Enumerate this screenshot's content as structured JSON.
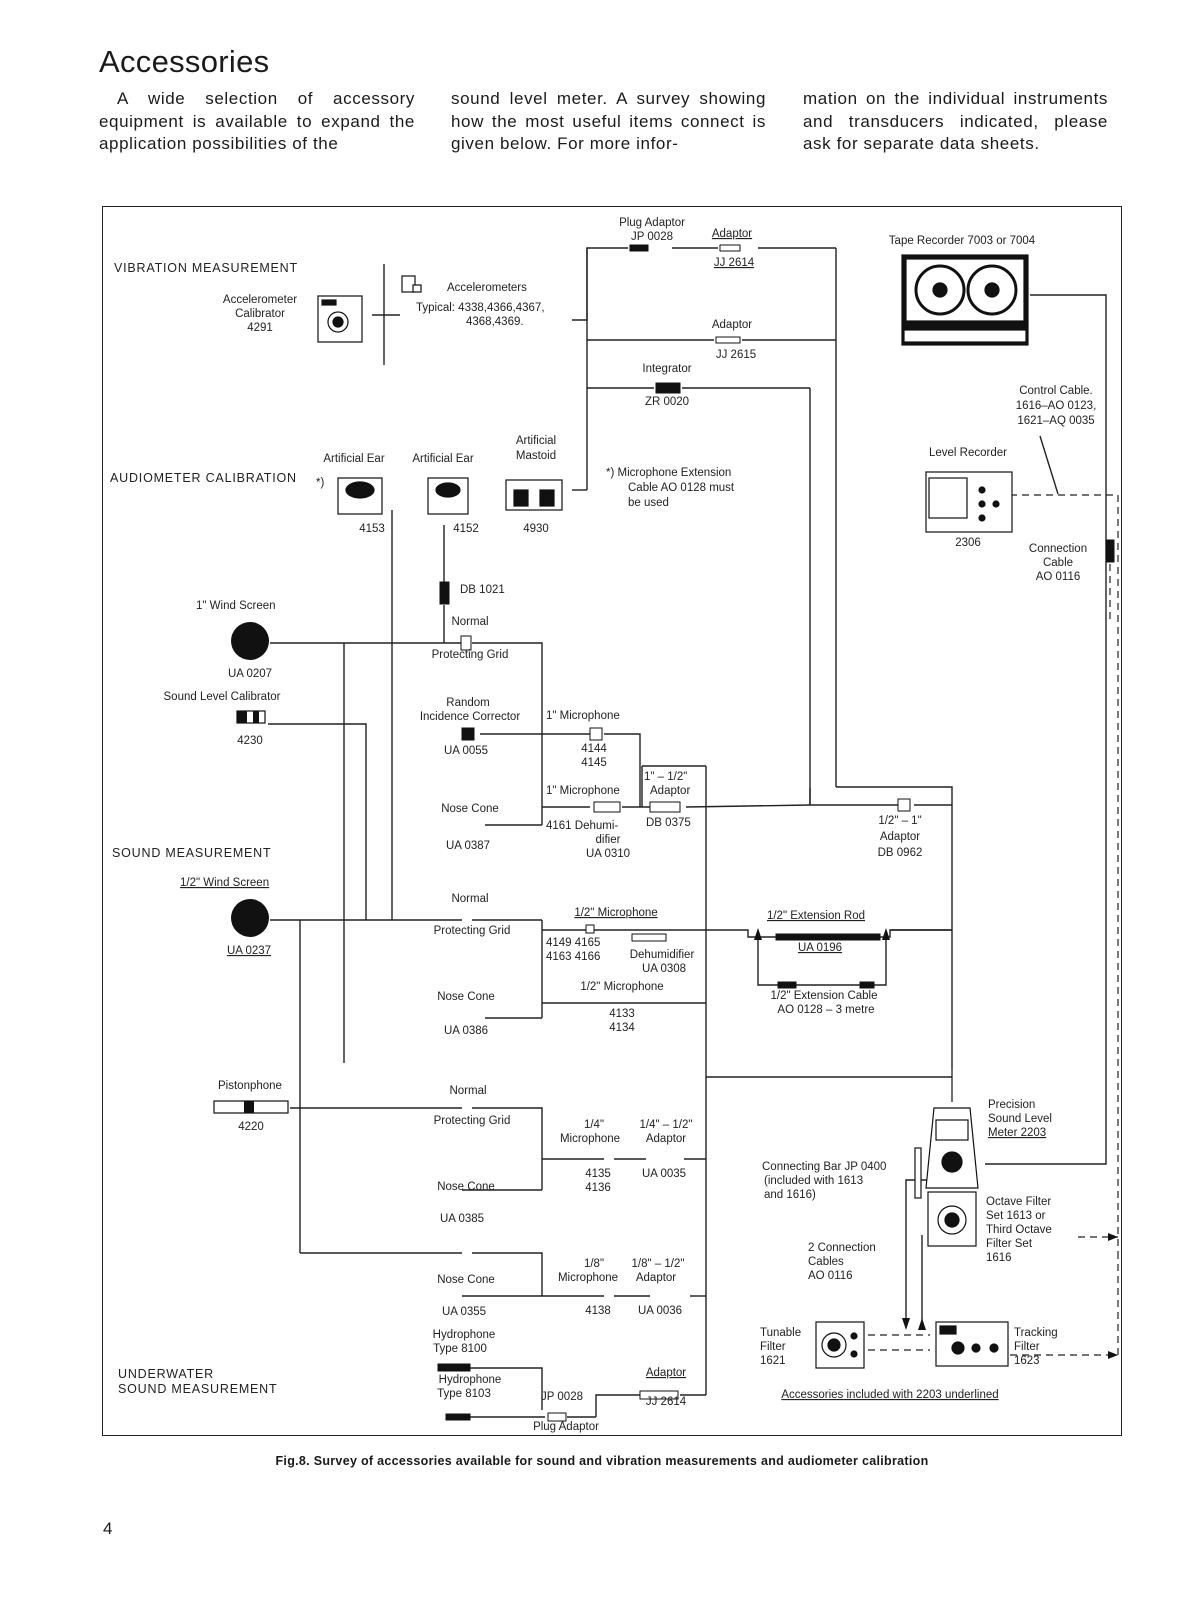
{
  "page": {
    "title": "Accessories",
    "intro_col1": "A wide selection of accessory equipment is available to expand the application possibilities of the",
    "intro_col2": "sound level meter. A survey showing how the most useful items connect is given below. For more infor-",
    "intro_col3": "mation on the individual instruments and transducers indicated, please ask for separate data sheets.",
    "caption": "Fig.8.   Survey of accessories available for sound and vibration measurements and audiometer calibration",
    "page_number": "4"
  },
  "sections": {
    "vibration": "VIBRATION MEASUREMENT",
    "audiometer": "AUDIOMETER CALIBRATION",
    "sound": "SOUND MEASUREMENT",
    "underwater_1": "UNDERWATER",
    "underwater_2": "SOUND MEASUREMENT"
  },
  "labels": {
    "acc_cal_1": "Accelerometer",
    "acc_cal_2": "Calibrator",
    "acc_cal_3": "4291",
    "accels_1": "Accelerometers",
    "accels_2": "Typical: 4338,4366,4367,",
    "accels_3": "4368,4369.",
    "plug_adaptor_top_1": "Plug Adaptor",
    "plug_adaptor_top_2": "JP 0028",
    "adaptor_jj2614_1": "Adaptor",
    "adaptor_jj2614_2": "JJ 2614",
    "adaptor_jj2615_1": "Adaptor",
    "adaptor_jj2615_2": "JJ 2615",
    "integrator_1": "Integrator",
    "integrator_2": "ZR 0020",
    "tape_recorder": "Tape Recorder 7003 or 7004",
    "control_cable_1": "Control Cable.",
    "control_cable_2": "1616–AO 0123,",
    "control_cable_3": "1621–AQ 0035",
    "level_recorder": "Level Recorder",
    "level_recorder_no": "2306",
    "conn_cable_1": "Connection",
    "conn_cable_2": "Cable",
    "conn_cable_3": "AO 0116",
    "art_ear_a": "Artificial Ear",
    "art_ear_a_star": "*)",
    "art_ear_a_no": "4153",
    "art_ear_b": "Artificial Ear",
    "art_ear_b_no": "4152",
    "art_mastoid_1": "Artificial",
    "art_mastoid_2": "Mastoid",
    "art_mastoid_no": "4930",
    "note_1": "*)  Microphone Extension",
    "note_2": "Cable AO 0128 must",
    "note_3": "be used",
    "db1021": "DB 1021",
    "wind1_label": "1\" Wind Screen",
    "wind1_no": "UA 0207",
    "slc_label": "Sound Level Calibrator",
    "slc_no": "4230",
    "normal_1": "Normal",
    "grid_1": "Protecting Grid",
    "ric_1": "Random",
    "ric_2": "Incidence Corrector",
    "ric_no": "UA 0055",
    "mic1_label": "1\" Microphone",
    "mic1_no_1": "4144",
    "mic1_no_2": "4145",
    "adapt_1_half_1": "1\" – 1/2\"",
    "adapt_1_half_2": "Adaptor",
    "mic1b_label": "1\" Microphone",
    "nose1": "Nose Cone",
    "nose1_no": "UA 0387",
    "dehum_1": "4161  Dehumi-",
    "dehum_2": "difier",
    "dehum_3": "UA 0310",
    "db0375": "DB 0375",
    "adapt_half_1_1": "1/2\" – 1\"",
    "adapt_half_1_2": "Adaptor",
    "adapt_half_1_3": "DB 0962",
    "wind2_label": "1/2\" Wind Screen",
    "wind2_no": "UA 0237",
    "normal_2": "Normal",
    "grid_2": "Protecting Grid",
    "half_mic": "1/2\" Microphone",
    "half_mic_nos_1": "4149  4165",
    "half_mic_nos_2": "4163  4166",
    "dehum2_1": "Dehumidifier",
    "dehum2_2": "UA 0308",
    "ext_rod": "1/2\" Extension Rod",
    "ext_rod_no": "UA 0196",
    "ext_cable_1": "1/2\" Extension Cable",
    "ext_cable_2": "AO 0128 – 3 metre",
    "half_mic2": "1/2\" Microphone",
    "half_mic2_no_1": "4133",
    "half_mic2_no_2": "4134",
    "nose2": "Nose Cone",
    "nose2_no": "UA 0386",
    "piston": "Pistonphone",
    "piston_no": "4220",
    "normal_3": "Normal",
    "grid_3": "Protecting Grid",
    "q_mic_1": "1/4\"",
    "q_mic_2": "Microphone",
    "q_adapt_1": "1/4\" – 1/2\"",
    "q_adapt_2": "Adaptor",
    "q_nos_1": "4135",
    "q_nos_2": "4136",
    "q_adapt_no": "UA 0035",
    "nose3": "Nose Cone",
    "nose3_no": "UA 0385",
    "e_mic_1": "1/8\"",
    "e_mic_2": "Microphone",
    "e_adapt_1": "1/8\" – 1/2\"",
    "e_adapt_2": "Adaptor",
    "nose4": "Nose Cone",
    "nose4_no": "UA 0355",
    "e_mic_no": "4138",
    "e_adapt_no": "UA 0036",
    "hydro1_1": "Hydrophone",
    "hydro1_2": "Type 8100",
    "hydro2_1": "Hydrophone",
    "hydro2_2": "Type 8103",
    "jp0028": "JP 0028",
    "plug_adaptor_bottom": "Plug Adaptor",
    "adaptor_bottom_1": "Adaptor",
    "adaptor_bottom_2": "JJ 2614",
    "slm_1": "Precision",
    "slm_2": "Sound Level",
    "slm_3": "Meter 2203",
    "conn_bar_1": "Connecting Bar JP 0400",
    "conn_bar_2": "(included with 1613",
    "conn_bar_3": "and 1616)",
    "octave_1": "Octave Filter",
    "octave_2": "Set 1613 or",
    "octave_3": "Third Octave",
    "octave_4": "Filter Set",
    "octave_5": "1616",
    "two_cables_1": "2 Connection",
    "two_cables_2": "Cables",
    "two_cables_3": "AO 0116",
    "tunable_1": "Tunable",
    "tunable_2": "Filter",
    "tunable_3": "1621",
    "tracking_1": "Tracking",
    "tracking_2": "Filter",
    "tracking_3": "1623",
    "included_note": "Accessories included with 2203 underlined"
  }
}
